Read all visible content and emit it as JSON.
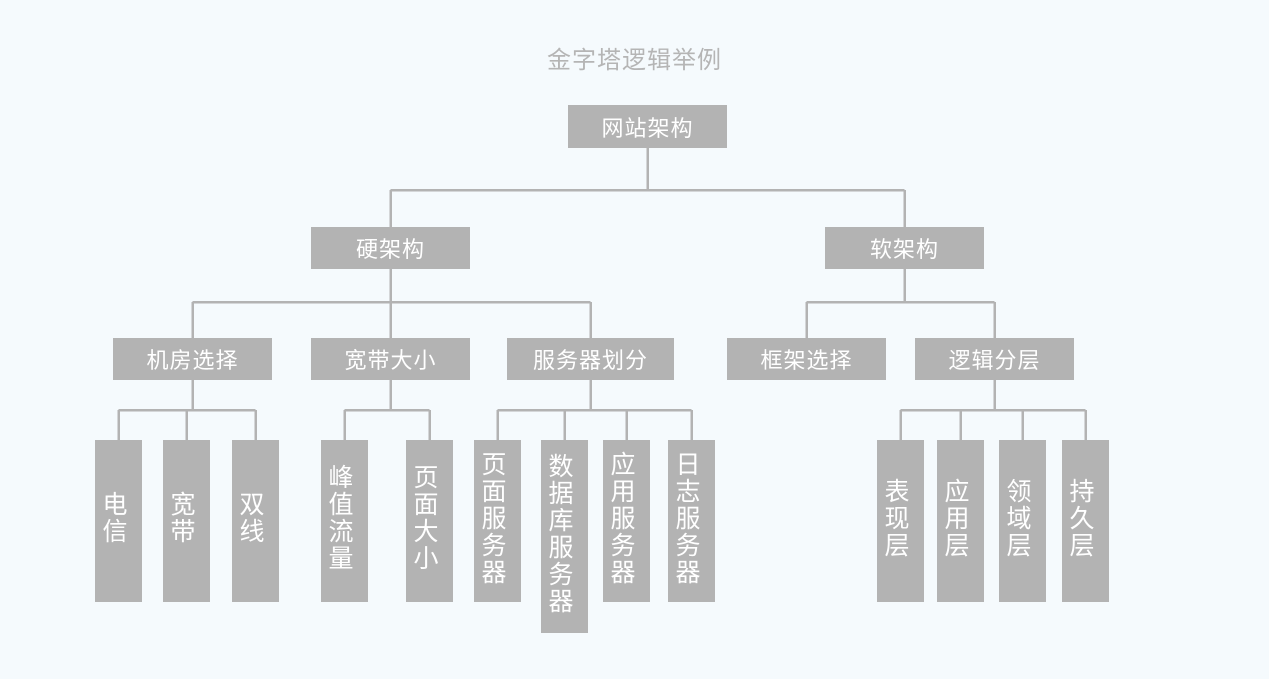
{
  "page": {
    "title": "金字塔逻辑举例",
    "background_color": "#f5fafd",
    "node_fill_color": "#b3b3b3",
    "node_text_color": "#ffffff",
    "connector_color": "#b3b3b3",
    "title_color": "#b5b5b5"
  },
  "chart_data": {
    "type": "tree",
    "title": "金字塔逻辑举例",
    "orientation": "top-down",
    "root": {
      "label": "网站架构",
      "children": [
        {
          "label": "硬架构",
          "children": [
            {
              "label": "机房选择",
              "children": [
                {
                  "label": "电信"
                },
                {
                  "label": "宽带"
                },
                {
                  "label": "双线"
                }
              ]
            },
            {
              "label": "宽带大小",
              "children": [
                {
                  "label": "峰值流量"
                },
                {
                  "label": "页面大小"
                }
              ]
            },
            {
              "label": "服务器划分",
              "children": [
                {
                  "label": "页面服务器"
                },
                {
                  "label": "数据库服务器"
                },
                {
                  "label": "应用服务器"
                },
                {
                  "label": "日志服务器"
                }
              ]
            }
          ]
        },
        {
          "label": "软架构",
          "children": [
            {
              "label": "框架选择"
            },
            {
              "label": "逻辑分层",
              "children": [
                {
                  "label": "表现层"
                },
                {
                  "label": "应用层"
                },
                {
                  "label": "领域层"
                },
                {
                  "label": "持久层"
                }
              ]
            }
          ]
        }
      ]
    }
  },
  "nodes": {
    "root": "网站架构",
    "level2": {
      "hard": "硬架构",
      "soft": "软架构"
    },
    "level3": {
      "room": "机房选择",
      "bandwidth": "宽带大小",
      "server_split": "服务器划分",
      "framework": "框架选择",
      "layering": "逻辑分层"
    },
    "leaves": {
      "telecom": "电信",
      "broadband": "宽带",
      "dual_line": "双线",
      "peak_traffic": "峰值流量",
      "page_size": "页面大小",
      "page_server": "页面服务器",
      "db_server": "数据库服务器",
      "app_server": "应用服务器",
      "log_server": "日志服务器",
      "presentation_layer": "表现层",
      "application_layer": "应用层",
      "domain_layer": "领域层",
      "persistence_layer": "持久层"
    }
  }
}
